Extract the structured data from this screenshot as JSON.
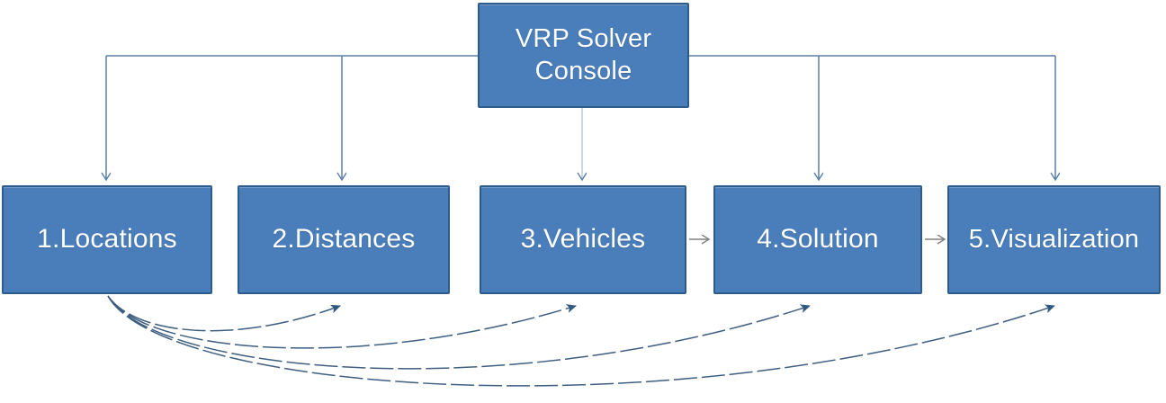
{
  "diagram": {
    "title": "VRP Solver Console architecture flow",
    "colors": {
      "node_fill": "#4a7ebb",
      "node_border": "#2e5c8a",
      "node_text": "#ffffff",
      "bus_connector": "#5b7fa6",
      "step_arrow": "#808080",
      "feedback_arrow": "#3f5f80",
      "background": "#ffffff"
    },
    "root": {
      "label": "VRP Solver\nConsole",
      "line1": "VRP Solver",
      "line2": "Console"
    },
    "steps": [
      {
        "id": "locations",
        "index": "1",
        "name": "Locations",
        "label": "1.Locations"
      },
      {
        "id": "distances",
        "index": "2",
        "name": "Distances",
        "label": "2.Distances"
      },
      {
        "id": "vehicles",
        "index": "3",
        "name": "Vehicles",
        "label": "3.Vehicles"
      },
      {
        "id": "solution",
        "index": "4",
        "name": "Solution",
        "label": "4.Solution"
      },
      {
        "id": "visualization",
        "index": "5",
        "name": "Visualization",
        "label": "5.Visualization"
      }
    ],
    "connections": {
      "from_root": [
        {
          "to": "1.Locations"
        },
        {
          "to": "2.Distances"
        },
        {
          "to": "3.Vehicles"
        },
        {
          "to": "4.Solution"
        },
        {
          "to": "5.Visualization"
        }
      ],
      "sequential": [
        {
          "from": "3.Vehicles",
          "to": "4.Solution",
          "style": "solid-arrow"
        },
        {
          "from": "4.Solution",
          "to": "5.Visualization",
          "style": "solid-arrow"
        }
      ],
      "feedback": [
        {
          "from": "1.Locations",
          "to": "2.Distances",
          "style": "curved-dashed-arrow"
        },
        {
          "from": "1.Locations",
          "to": "3.Vehicles",
          "style": "curved-dashed-arrow"
        },
        {
          "from": "1.Locations",
          "to": "4.Solution",
          "style": "curved-dashed-arrow"
        },
        {
          "from": "1.Locations",
          "to": "5.Visualization",
          "style": "curved-dashed-arrow"
        }
      ]
    }
  }
}
